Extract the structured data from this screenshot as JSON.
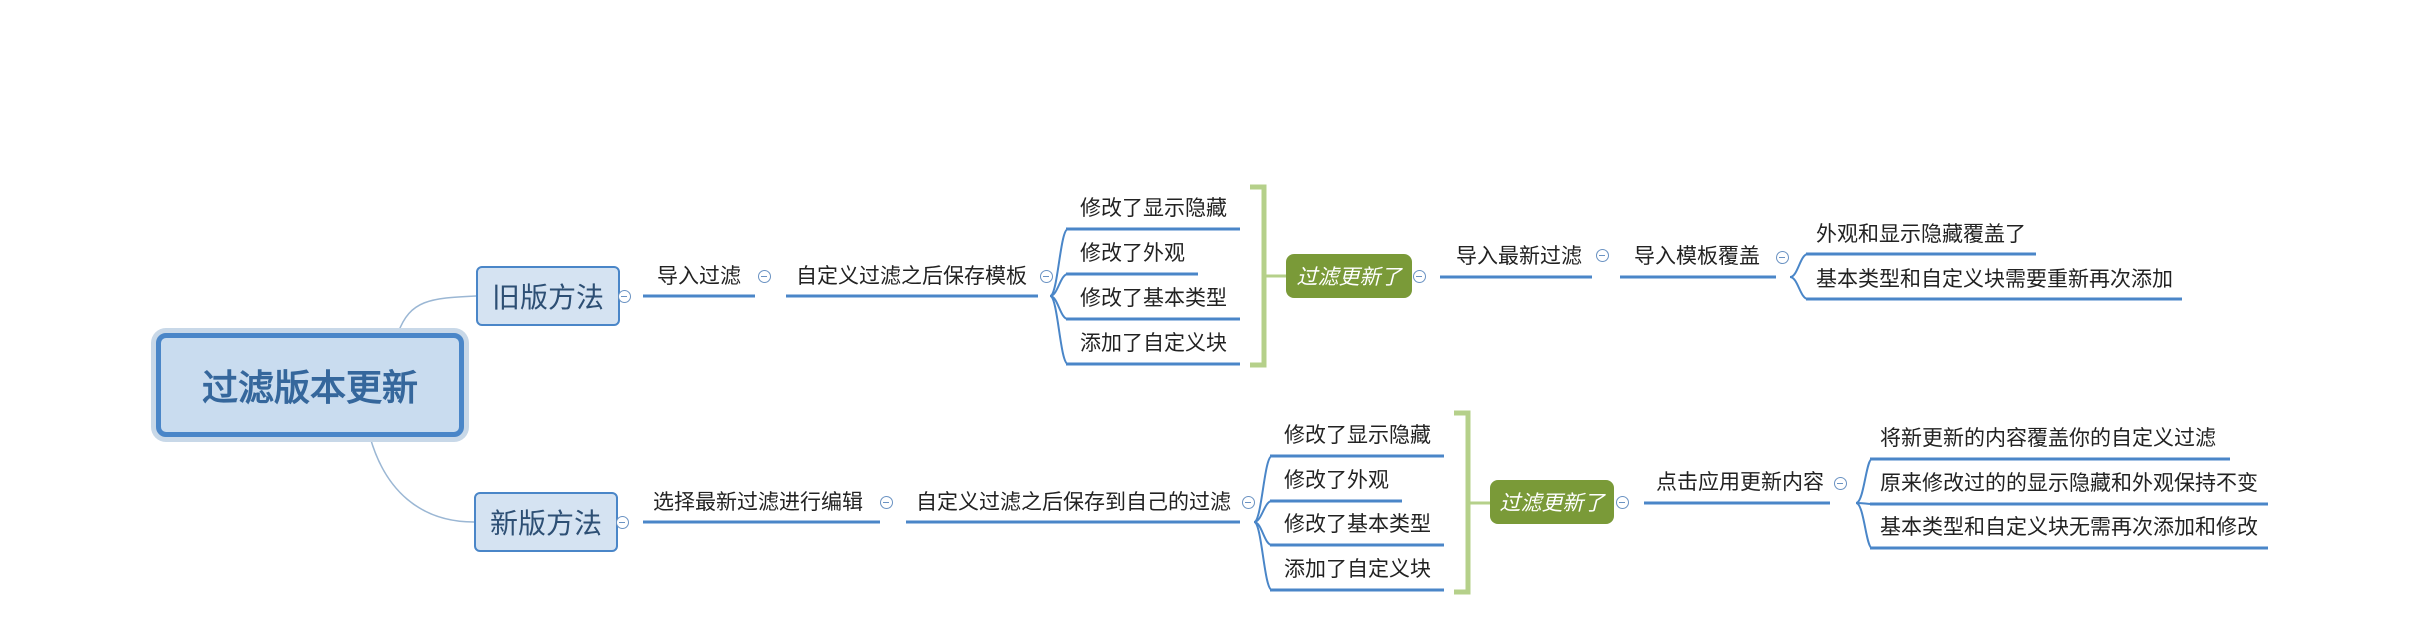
{
  "root": {
    "label": "过滤版本更新"
  },
  "old_method": {
    "label": "旧版方法",
    "steps": [
      "导入过滤",
      "自定义过滤之后保存模板"
    ],
    "changes": [
      "修改了显示隐藏",
      "修改了外观",
      "修改了基本类型",
      "添加了自定义块"
    ],
    "summary": "过滤更新了",
    "next_steps": [
      "导入最新过滤",
      "导入模板覆盖"
    ],
    "results": [
      "外观和显示隐藏覆盖了",
      "基本类型和自定义块需要重新再次添加"
    ]
  },
  "new_method": {
    "label": "新版方法",
    "steps": [
      "选择最新过滤进行编辑",
      "自定义过滤之后保存到自己的过滤"
    ],
    "changes": [
      "修改了显示隐藏",
      "修改了外观",
      "修改了基本类型",
      "添加了自定义块"
    ],
    "summary": "过滤更新了",
    "next_step": "点击应用更新内容",
    "results": [
      "将新更新的内容覆盖你的自定义过滤",
      "原来修改过的的显示隐藏和外观保持不变",
      "基本类型和自定义块无需再次添加和修改"
    ]
  },
  "colors": {
    "line": "#4a86c8",
    "connector": "#9bb7d4",
    "bracket": "#b5d08a",
    "badge": "#7a9a38"
  }
}
